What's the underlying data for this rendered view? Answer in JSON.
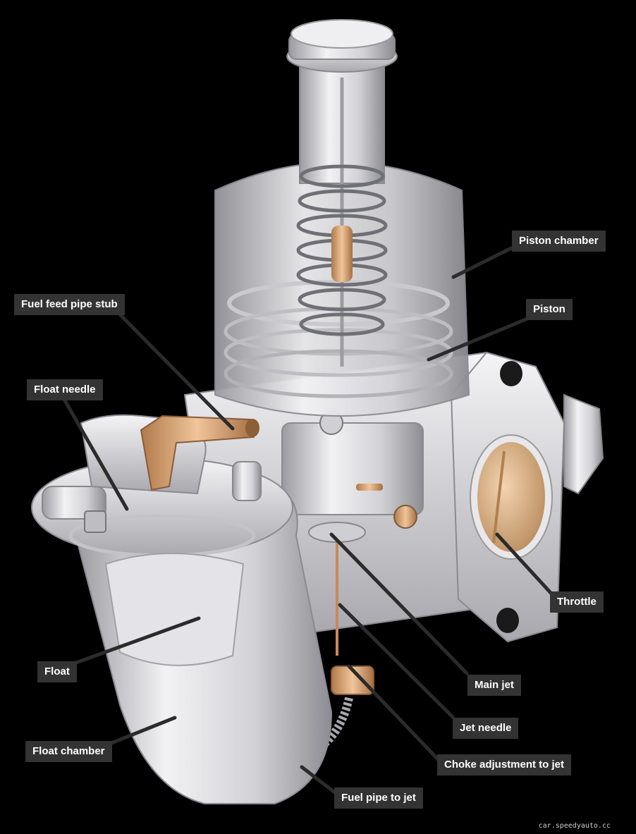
{
  "diagram": {
    "labels": {
      "piston_chamber": "Piston chamber",
      "piston": "Piston",
      "fuel_feed_pipe_stub": "Fuel feed pipe stub",
      "float_needle": "Float needle",
      "throttle": "Throttle",
      "main_jet": "Main jet",
      "jet_needle": "Jet needle",
      "choke_adjustment_to_jet": "Choke adjustment to jet",
      "float": "Float",
      "float_chamber": "Float chamber",
      "fuel_pipe_to_jet": "Fuel pipe to jet"
    },
    "watermark": "car.speedyauto.cc",
    "colors": {
      "background": "#000000",
      "label_bg": "#333333",
      "label_text": "#ffffff",
      "metal": "#d9d9dc",
      "brass": "#d9a878"
    }
  }
}
